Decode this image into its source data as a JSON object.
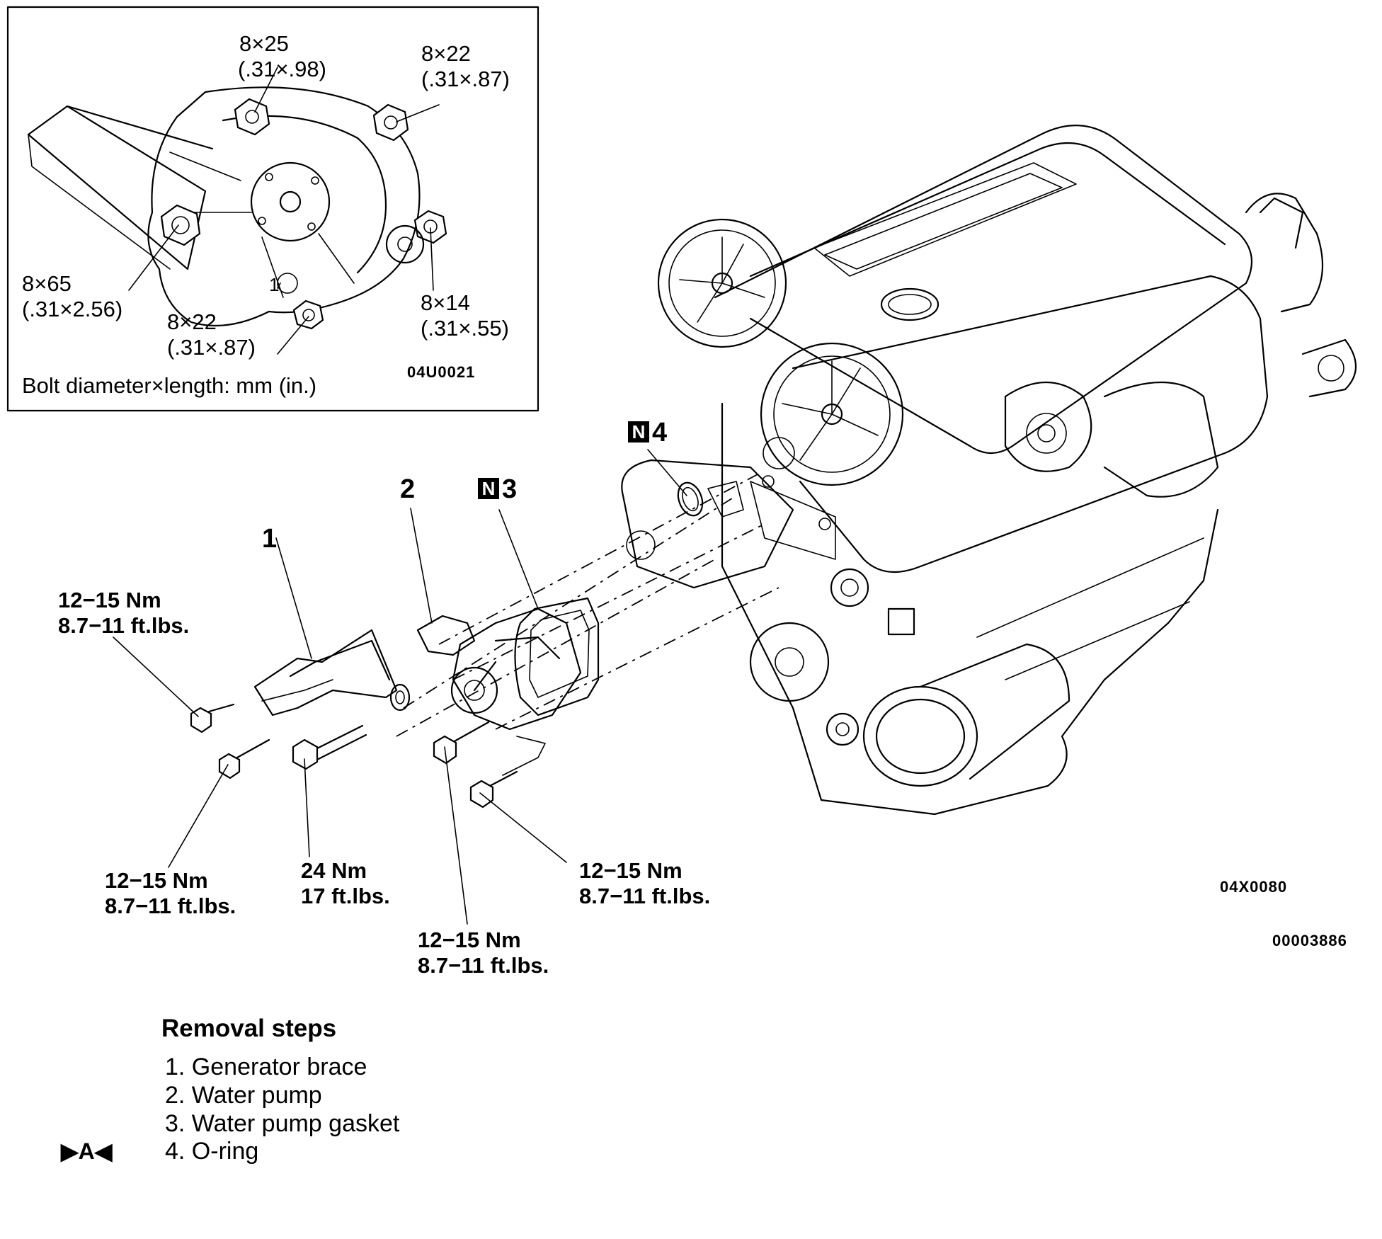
{
  "inset": {
    "bolt_8x25": [
      "8×25",
      "(.31×.98)"
    ],
    "bolt_8x22_top": [
      "8×22",
      "(.31×.87)"
    ],
    "bolt_8x65": [
      "8×65",
      "(.31×2.56)"
    ],
    "bolt_8x22_bottom": [
      "8×22",
      "(.31×.87)"
    ],
    "bolt_8x14": [
      "8×14",
      "(.31×.55)"
    ],
    "pointer_1": "1",
    "figure_code": "04U0021",
    "caption": "Bolt diameter×length: mm (in.)"
  },
  "callouts": {
    "c1": "1",
    "c2": "2",
    "c3_badge": "N",
    "c3": "3",
    "c4_badge": "N",
    "c4": "4"
  },
  "torque": {
    "brace_top": [
      "12−15 Nm",
      "8.7−11 ft.lbs."
    ],
    "brace_lower": [
      "12−15 Nm",
      "8.7−11  ft.lbs."
    ],
    "long_bolt": [
      "24 Nm",
      "17 ft.lbs."
    ],
    "pump_center": [
      "12−15 Nm",
      "8.7−11 ft.lbs."
    ],
    "pump_right": [
      "12−15 Nm",
      "8.7−11 ft.lbs."
    ]
  },
  "figure_codes": {
    "main": "04X0080",
    "doc": "00003886"
  },
  "removal": {
    "title": "Removal steps",
    "marker": "▶A◀",
    "steps": [
      "1. Generator brace",
      "2. Water pump",
      "3. Water pump gasket",
      "4. O-ring"
    ]
  }
}
